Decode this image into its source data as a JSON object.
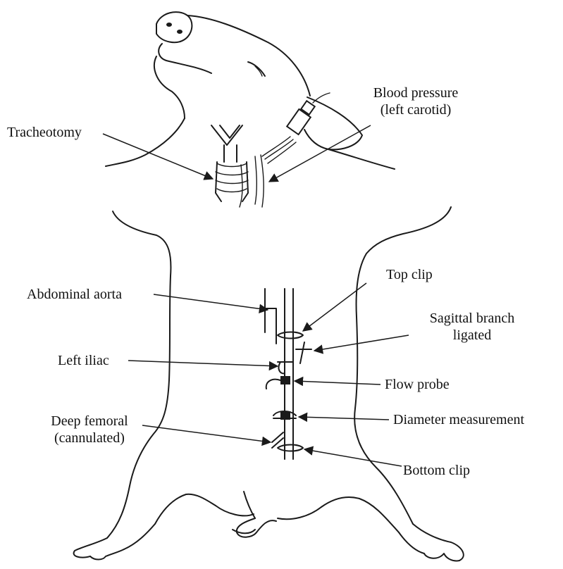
{
  "labels": {
    "tracheotomy": "Tracheotomy",
    "blood_pressure_line1": "Blood pressure",
    "blood_pressure_line2": "(left carotid)",
    "abdominal_aorta": "Abdominal aorta",
    "top_clip": "Top clip",
    "sagittal_line1": "Sagittal branch",
    "sagittal_line2": "ligated",
    "left_iliac": "Left iliac",
    "flow_probe": "Flow probe",
    "deep_femoral_line1": "Deep femoral",
    "deep_femoral_line2": "(cannulated)",
    "diameter_measurement": "Diameter measurement",
    "bottom_clip": "Bottom clip"
  },
  "colors": {
    "ink": "#1a1a1a",
    "background": "#ffffff"
  }
}
